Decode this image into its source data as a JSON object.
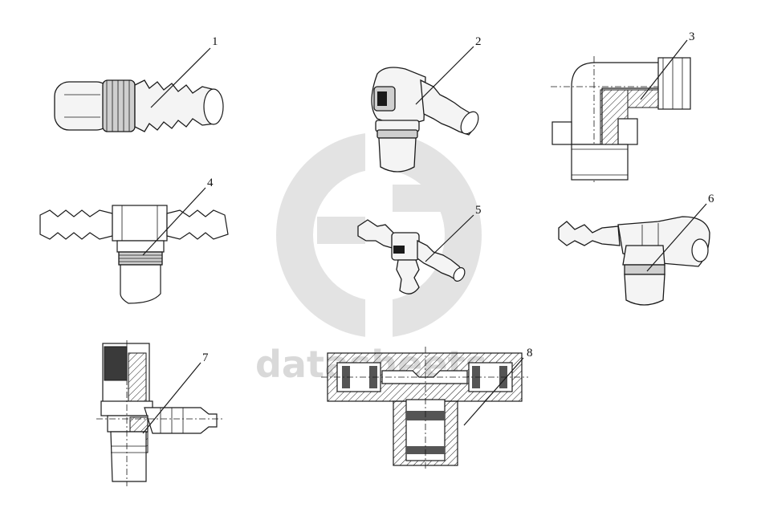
{
  "watermark": {
    "text": "datasheets",
    "color": "#dcdcdc"
  },
  "callouts": [
    {
      "id": "1",
      "label": "1"
    },
    {
      "id": "2",
      "label": "2"
    },
    {
      "id": "3",
      "label": "3"
    },
    {
      "id": "4",
      "label": "4"
    },
    {
      "id": "5",
      "label": "5"
    },
    {
      "id": "6",
      "label": "6"
    },
    {
      "id": "7",
      "label": "7"
    },
    {
      "id": "8",
      "label": "8"
    }
  ],
  "colors": {
    "line": "#1a1a1a",
    "background": "#ffffff"
  }
}
